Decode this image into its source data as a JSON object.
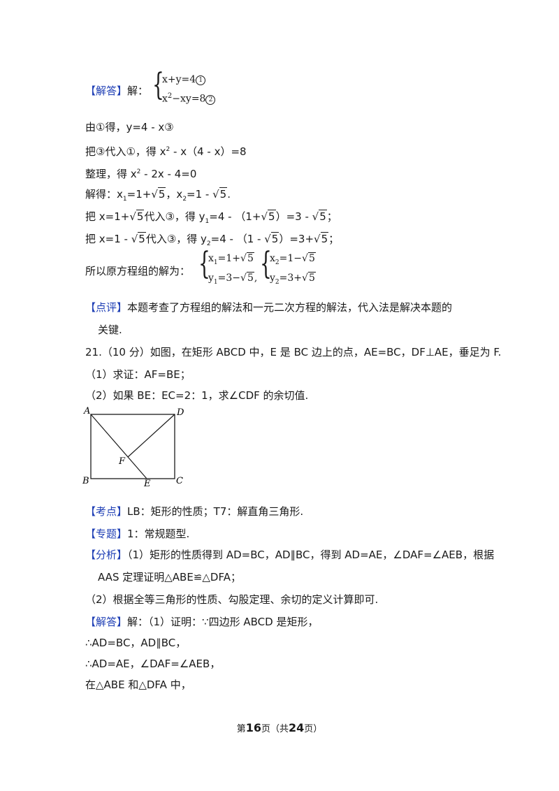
{
  "tags": {
    "answer": "【解答】",
    "comment": "【点评】",
    "knowledge": "【考点】",
    "topic": "【专题】",
    "analysis": "【分析】"
  },
  "system1": {
    "prefix": "解：",
    "eq1": "x+y=4",
    "eq1_mark": "1",
    "eq2_a": "x",
    "eq2_exp": "2",
    "eq2_b": "−xy=8",
    "eq2_mark": "2"
  },
  "lines": {
    "l1": "由①得，y=4 - x③",
    "l2a": "把③代入①，得 x",
    "l2b": " - x（4 - x）=8",
    "l3a": "整理，得 x",
    "l3b": " - 2x - 4=0",
    "l4a": "解得：x",
    "l4b": "=1+",
    "l4c": "，x",
    "l4d": "=1 - ",
    "l4e": ".",
    "l5a": "把 x=1+",
    "l5b": "代入③，得 y",
    "l5c": "=4 - （1+",
    "l5d": "）=3 - ",
    "l5e": "；",
    "l6a": "把 x=1 - ",
    "l6b": "代入③，得 y",
    "l6c": "=4 - （1 - ",
    "l6d": "）=3+",
    "l6e": "；",
    "l7": "所以原方程组的解为：",
    "sol1_x": "x",
    "sol1_xv": "=1+",
    "sol1_y": "y",
    "sol1_yv": "=3−",
    "sol2_x": "x",
    "sol2_xv": "=1−",
    "sol2_y": "y",
    "sol2_yv": "=3+",
    "comment1": "本题考查了方程组的解法和一元二次方程的解法，代入法是解决本题的",
    "comment2": "关键.",
    "q21": "21.（10 分）如图，在矩形 ABCD 中，E 是 BC 边上的点，AE=BC，DF⊥AE，垂足为 F.",
    "q21_1": "（1）求证：AF=BE；",
    "q21_2": "（2）如果 BE：EC=2：1，求∠CDF 的余切值.",
    "knowledge": "LB：矩形的性质；T7：解直角三角形.",
    "topic": "1：常规题型.",
    "analysis1": "（1）矩形的性质得到 AD=BC，AD∥BC，得到 AD=AE，∠DAF=∠AEB，根据",
    "analysis2": "AAS 定理证明△ABE≌△DFA；",
    "analysis3": "（2）根据全等三角形的性质、勾股定理、余切的定义计算即可.",
    "answer2": "解：（1）证明：∵四边形 ABCD 是矩形，",
    "p1": "∴AD=BC，AD∥BC，",
    "p2": "∴AD=AE，∠DAF=∠AEB，",
    "p3": "在△ABE 和△DFA 中，"
  },
  "common": {
    "sqrt5": "5",
    "sub1": "1",
    "sub2": "2",
    "sup2": "2"
  },
  "figure": {
    "A": "A",
    "B": "B",
    "C": "C",
    "D": "D",
    "E": "E",
    "F": "F"
  },
  "footer": {
    "a": "第",
    "page": "16",
    "b": "页（共",
    "total": "24",
    "c": "页）"
  }
}
